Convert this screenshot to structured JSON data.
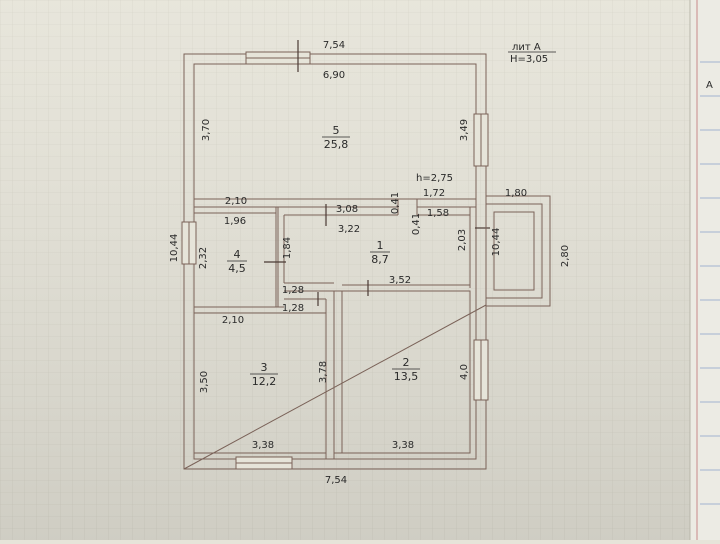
{
  "title": {
    "lit": "лит А",
    "height": "H=3,05"
  },
  "edge_letter": "A",
  "ceiling_note": "h=2,75",
  "rooms": [
    {
      "id": "5",
      "area": "25,8"
    },
    {
      "id": "4",
      "area": "4,5"
    },
    {
      "id": "1",
      "area": "8,7"
    },
    {
      "id": "3",
      "area": "12,2"
    },
    {
      "id": "2",
      "area": "13,5"
    }
  ],
  "dimensions": {
    "outer_top": "7,54",
    "outer_bottom": "7,54",
    "outer_left": "10,44",
    "right_side": "10,44",
    "room5_width": "6,90",
    "room5_left": "3,70",
    "room5_right": "3,49",
    "room4_top_outer": "2,10",
    "room4_top": "1,96",
    "room4_left": "2,32",
    "room4_right": "1,84",
    "corridor_top": "3,08",
    "corridor_bottom": "3,22",
    "wall_a": "0,41",
    "wall_b": "0,41",
    "corridor_right_top": "1,72",
    "corridor_right": "1,58",
    "corridor_height": "2,03",
    "passage_top": "1,28",
    "passage_bottom": "1,28",
    "room2_top": "3,52",
    "room3_top": "2,10",
    "room3_left": "3,50",
    "room3_right": "3,78",
    "room3_bottom": "3,38",
    "room2_right": "4,0",
    "room2_bottom": "3,38",
    "porch_width": "1,80",
    "porch_depth": "2,80"
  },
  "colors": {
    "paper": "#e6e4d9",
    "grid": "#d4d2c6",
    "wall_line": "#7a6258",
    "wall_fill": "#d9d2c6",
    "text": "#2a2a2a",
    "ruled_line": "#8aa0c8",
    "margin_line": "#c98a8a"
  }
}
